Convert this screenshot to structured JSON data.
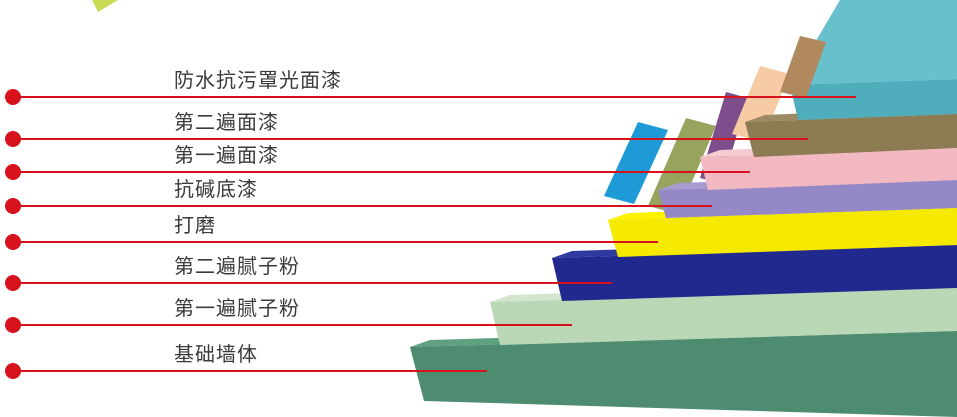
{
  "diagram": {
    "callout_color": "#d8121c",
    "label_color": "#3a3a3a",
    "background_color": "#ffffff",
    "layers": [
      {
        "id": "topcoat",
        "label": "防水抗污罩光面漆",
        "front": "#4fadbc",
        "top": "#67c0cb"
      },
      {
        "id": "finish-2",
        "label": "第二遍面漆",
        "front": "#8c7b53",
        "top": "#9c8b62"
      },
      {
        "id": "finish-1",
        "label": "第一遍面漆",
        "front": "#f3b9c3",
        "top": "#f7cbd2"
      },
      {
        "id": "primer",
        "label": "抗碱底漆",
        "front": "#9588c6",
        "top": "#a79bd2"
      },
      {
        "id": "sanding",
        "label": "打磨",
        "front": "#f6e900",
        "top": "#fcf200"
      },
      {
        "id": "putty-2",
        "label": "第二遍腻子粉",
        "front": "#21298f",
        "top": "#3039a0"
      },
      {
        "id": "putty-1",
        "label": "第一遍腻子粉",
        "front": "#bbd8b6",
        "top": "#d3e6cc"
      },
      {
        "id": "base-wall",
        "label": "基础墙体",
        "front": "#4e8c71",
        "top": "#5fa080"
      }
    ],
    "accent_cards": [
      {
        "id": "blue-card",
        "color": "#1e9bd7"
      },
      {
        "id": "olive-card",
        "color": "#97a45e"
      },
      {
        "id": "purple-card",
        "color": "#7e4e8c"
      },
      {
        "id": "peach-card",
        "color": "#f7cba4"
      },
      {
        "id": "tan-card",
        "color": "#b08a5e"
      }
    ],
    "corner_sliver_color": "#c8db52"
  }
}
